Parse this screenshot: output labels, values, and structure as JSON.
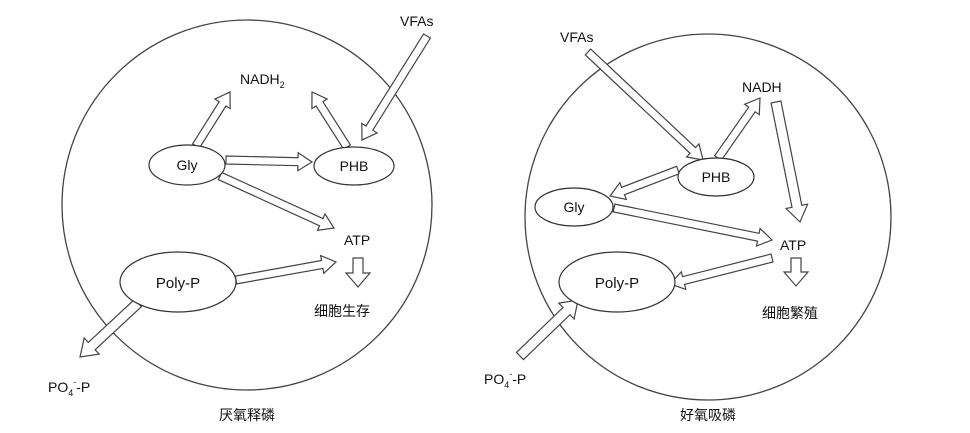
{
  "left_cell": {
    "caption": "厌氧释磷",
    "nodes": {
      "gly": "Gly",
      "phb": "PHB",
      "polyp": "Poly-P",
      "nadh_base": "NADH",
      "nadh_sub": "2",
      "atp": "ATP",
      "vfas": "VFAs",
      "po4_base": "PO",
      "po4_sub": "4",
      "po4_sup": "-",
      "po4_tail": "-P",
      "outcome": "细胞生存"
    }
  },
  "right_cell": {
    "caption": "好氧吸磷",
    "nodes": {
      "gly": "Gly",
      "phb": "PHB",
      "polyp": "Poly-P",
      "nadh": "NADH",
      "atp": "ATP",
      "vfas": "VFAs",
      "po4_base": "PO",
      "po4_sub": "4",
      "po4_sup": "-",
      "po4_tail": "-P",
      "outcome": "细胞繁殖"
    }
  },
  "colors": {
    "stroke": "#444444",
    "fill": "#ffffff",
    "text": "#111111"
  }
}
